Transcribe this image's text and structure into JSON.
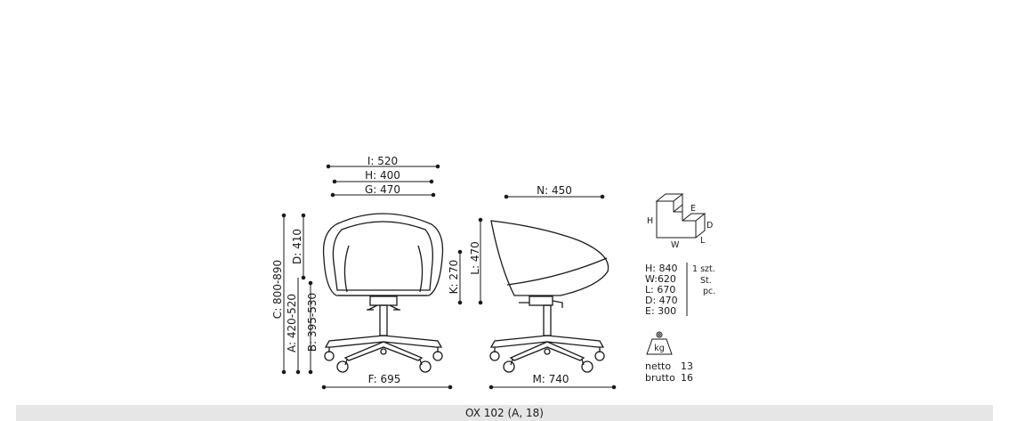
{
  "front_view": {
    "dim_i": "I: 520",
    "dim_h": "H: 400",
    "dim_g": "G: 470",
    "dim_d": "D: 410",
    "dim_c": "C: 800-890",
    "dim_a": "A: 420-520",
    "dim_b": "B: 395-530",
    "dim_f": "F: 695"
  },
  "side_view": {
    "dim_n": "N: 450",
    "dim_l": "L: 470",
    "dim_k": "K: 270",
    "dim_m": "M: 740"
  },
  "box": {
    "label_h": "H",
    "label_w": "W",
    "label_e": "E",
    "label_d": "D",
    "label_l": "L"
  },
  "packaging": {
    "h": "H: 840",
    "w": "W:620",
    "l": "L: 670",
    "d": "D: 470",
    "e": "E: 300",
    "qty_1": "1 szt.",
    "qty_2": "St.",
    "qty_3": "pc."
  },
  "weight": {
    "unit": "kg",
    "netto_label": "netto",
    "netto_value": "13",
    "brutto_label": "brutto",
    "brutto_value": "16"
  },
  "footer": {
    "model": "OX 102 (A, 18)"
  }
}
